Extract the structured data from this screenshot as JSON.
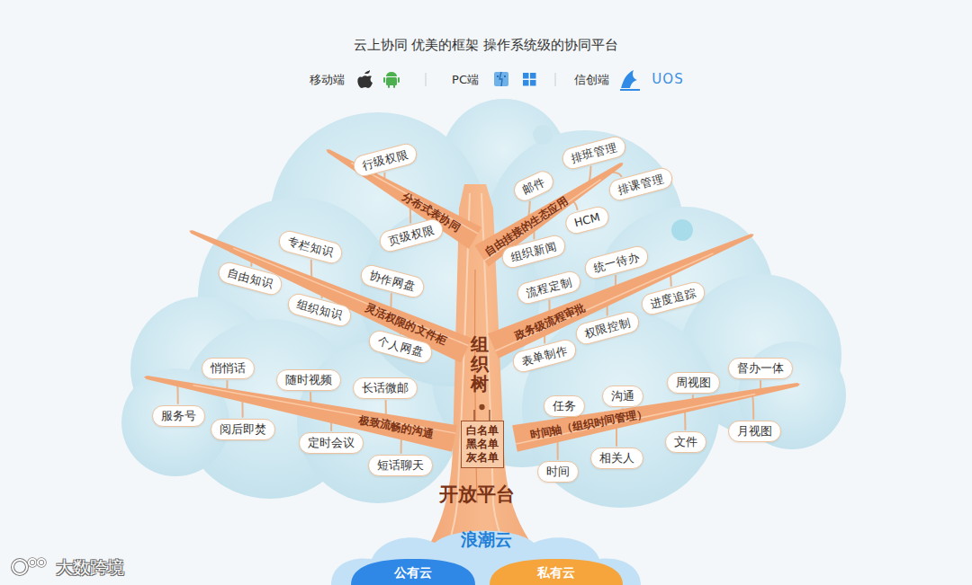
{
  "diagram": {
    "title": "云上协同 优美的框架 操作系统级的协同平台",
    "nodes": [
      {
        "text": [
          "行级权限"
        ]
      },
      {
        "text": [
          "排班管理"
        ]
      },
      {
        "text": [
          "邮件"
        ]
      },
      {
        "text": [
          "排课管理"
        ]
      },
      {
        "text": [
          "HCM"
        ]
      },
      {
        "text": [
          "页级权限"
        ]
      },
      {
        "text": [
          "组织新闻"
        ]
      },
      {
        "text": [
          "专栏知识"
        ]
      },
      {
        "text": [
          "自由知识"
        ]
      },
      {
        "text": [
          "协作网盘"
        ]
      },
      {
        "text": [
          "统一待办"
        ]
      },
      {
        "text": [
          "流程定制"
        ]
      },
      {
        "text": [
          "进度追踪"
        ]
      },
      {
        "text": [
          "组织知识"
        ]
      },
      {
        "text": [
          "权限控制"
        ]
      },
      {
        "text": [
          "个人网盘"
        ]
      },
      {
        "text": [
          "表单制作"
        ]
      },
      {
        "text": [
          "悄悄话"
        ]
      },
      {
        "text": [
          "督办一体"
        ]
      },
      {
        "text": [
          "随时视频"
        ]
      },
      {
        "text": [
          "周视图"
        ]
      },
      {
        "text": [
          "长话微邮"
        ]
      },
      {
        "text": [
          "沟通"
        ]
      },
      {
        "text": [
          "任务"
        ]
      },
      {
        "text": [
          "服务号"
        ]
      },
      {
        "text": [
          "阅后即焚"
        ]
      },
      {
        "text": [
          "月视图"
        ]
      },
      {
        "text": [
          "文件"
        ]
      },
      {
        "text": [
          "定时会议"
        ]
      },
      {
        "text": [
          "相关人"
        ]
      },
      {
        "text": [
          "短话聊天"
        ]
      },
      {
        "text": [
          "时间"
        ]
      },
      {
        "text": [
          "白名单 黑名单 灰名单"
        ]
      },
      {
        "text": [
          "浪潮云"
        ]
      },
      {
        "text": [
          "公有云"
        ],
        "in": 33
      },
      {
        "text": [
          "私有云"
        ],
        "in": 33
      }
    ],
    "labels": [
      "移动端",
      "PC端",
      "信创端",
      "UOS",
      "分布式表协同",
      "自由挂接的生态应用",
      "灵活权限的文件柜",
      "政务级流程审批",
      "极致流畅的沟通",
      "时间轴（组织时间管理）",
      "组织树",
      "开放平台",
      "大数跨境"
    ]
  }
}
